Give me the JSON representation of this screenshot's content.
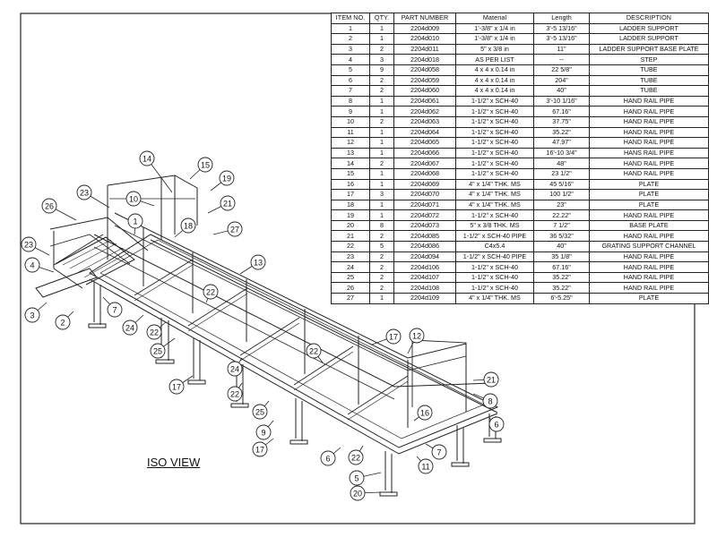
{
  "view_label": "ISO VIEW",
  "bom": {
    "headers": [
      "ITEM NO.",
      "QTY.",
      "PART NUMBER",
      "Material",
      "Length",
      "DESCRIPTION"
    ],
    "rows": [
      [
        "1",
        "1",
        "2204d009",
        "1'-3/8\" x 1/4 in",
        "3'-5 13/16\"",
        "LADDER SUPPORT"
      ],
      [
        "2",
        "1",
        "2204d010",
        "1'-3/8\" x 1/4 in",
        "3'-5 13/16\"",
        "LADDER SUPPORT"
      ],
      [
        "3",
        "2",
        "2204d011",
        "5\" x 3/8 in",
        "11\"",
        "LADDER SUPPORT BASE PLATE"
      ],
      [
        "4",
        "3",
        "2204d018",
        "AS PER LIST",
        "--",
        "STEP"
      ],
      [
        "5",
        "9",
        "2204d058",
        "4 x 4 x 0.14 in",
        "22 5/8\"",
        "TUBE"
      ],
      [
        "6",
        "2",
        "2204d059",
        "4 x 4 x 0.14 in",
        "204\"",
        "TUBE"
      ],
      [
        "7",
        "2",
        "2204d060",
        "4 x 4 x 0.14 in",
        "40\"",
        "TUBE"
      ],
      [
        "8",
        "1",
        "2204d061",
        "1-1/2\" x SCH-40",
        "3'-10 1/16\"",
        "HAND RAIL PIPE"
      ],
      [
        "9",
        "1",
        "2204d062",
        "1-1/2\" x SCH-40",
        "67.16\"",
        "HAND RAIL PIPE"
      ],
      [
        "10",
        "2",
        "2204d063",
        "1-1/2\" x SCH-40",
        "37.75\"",
        "HAND RAIL PIPE"
      ],
      [
        "11",
        "1",
        "2204d064",
        "1-1/2\" x SCH-40",
        "35.22\"",
        "HAND RAIL PIPE"
      ],
      [
        "12",
        "1",
        "2204d065",
        "1-1/2\" x SCH-40",
        "47.97\"",
        "HAND RAIL PIPE"
      ],
      [
        "13",
        "1",
        "2204d066",
        "1-1/2\" x SCH-40",
        "16'-10 3/4\"",
        "HANS RAIL PIPE"
      ],
      [
        "14",
        "2",
        "2204d067",
        "1-1/2\" x SCH-40",
        "48\"",
        "HAND RAIL PIPE"
      ],
      [
        "15",
        "1",
        "2204d068",
        "1-1/2\" x SCH-40",
        "23 1/2\"",
        "HAND RAIL PIPE"
      ],
      [
        "16",
        "1",
        "2204d069",
        "4\" x 1/4\" THK. MS",
        "45 5/16\"",
        "PLATE"
      ],
      [
        "17",
        "3",
        "2204d070",
        "4\" x 1/4\" THK. MS",
        "100 1/2\"",
        "PLATE"
      ],
      [
        "18",
        "1",
        "2204d071",
        "4\" x 1/4\" THK. MS",
        "23\"",
        "PLATE"
      ],
      [
        "19",
        "1",
        "2204d072",
        "1-1/2\" x SCH-40",
        "22.22\"",
        "HAND RAIL PIPE"
      ],
      [
        "20",
        "8",
        "2204d073",
        "5\" x 3/8 THK. MS",
        "7 1/2\"",
        "BASE PLATE"
      ],
      [
        "21",
        "2",
        "2204d085",
        "1-1/2\" x SCH-40 PIPE",
        "36 5/32\"",
        "HAND RAIL PIPE"
      ],
      [
        "22",
        "5",
        "2204d086",
        "C4x5.4",
        "40\"",
        "GRATING SUPPORT CHANNEL"
      ],
      [
        "23",
        "2",
        "2204d094",
        "1-1/2\" x SCH-40 PIPE",
        "35 1/8\"",
        "HAND RAIL PIPE"
      ],
      [
        "24",
        "2",
        "2204d106",
        "1-1/2\" x SCH-40",
        "67.16\"",
        "HAND RAIL PIPE"
      ],
      [
        "25",
        "2",
        "2204d107",
        "1-1/2\" x SCH-40",
        "35.22\"",
        "HAND RAIL PIPE"
      ],
      [
        "26",
        "2",
        "2204d108",
        "1-1/2\" x SCH-40",
        "35.22\"",
        "HAND RAIL PIPE"
      ],
      [
        "27",
        "1",
        "2204d109",
        "4\" x 1/4\" THK. MS",
        "6'-5.25\"",
        "PLATE"
      ]
    ]
  },
  "balloons": [
    "14",
    "15",
    "19",
    "23",
    "10",
    "21",
    "26",
    "18",
    "1",
    "27",
    "23",
    "13",
    "4",
    "22",
    "7",
    "3",
    "2",
    "24",
    "22",
    "25",
    "12",
    "17",
    "24",
    "17",
    "22",
    "25",
    "21",
    "8",
    "22",
    "16",
    "9",
    "6",
    "17",
    "6",
    "22",
    "7",
    "11",
    "5",
    "20"
  ]
}
